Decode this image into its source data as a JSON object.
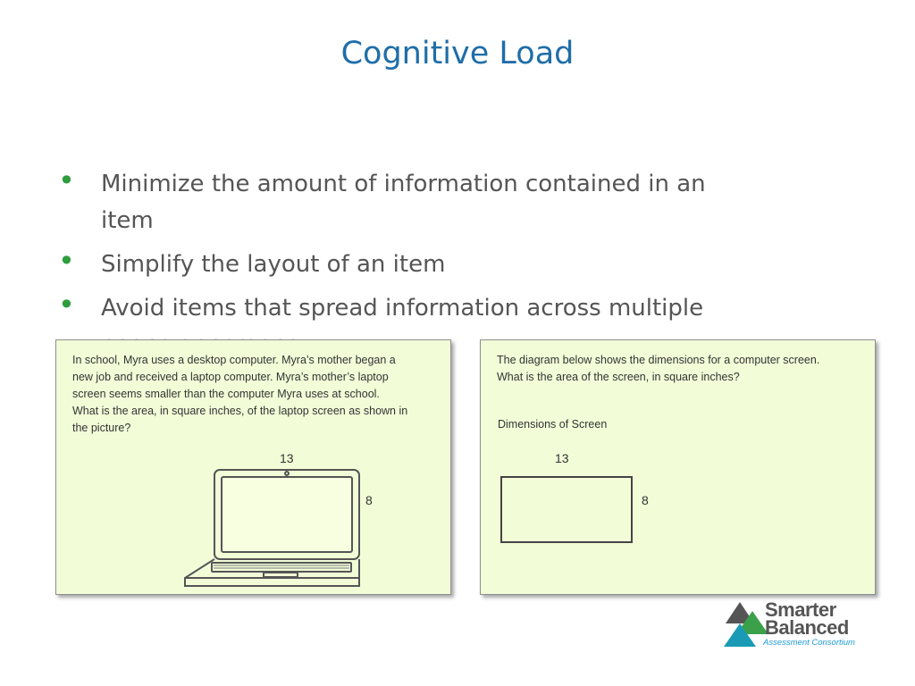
{
  "slide": {
    "title": "Cognitive Load",
    "bullets": [
      "Minimize the amount of information contained in an item",
      "Simplify the layout of an item",
      "Avoid items that spread information across multiple pages or screens"
    ]
  },
  "examples": {
    "left": {
      "paragraph1": "In school, Myra uses a desktop computer. Myra’s mother began a new job and received a laptop computer.  Myra’s mother’s laptop screen seems smaller than the computer Myra uses at school.",
      "paragraph2": "What is the area, in square inches, of the laptop screen as shown in the picture?",
      "width_label": "13",
      "height_label": "8",
      "illustration": "laptop-icon"
    },
    "right": {
      "paragraph1": "The diagram below shows the dimensions for a computer screen. What is the area of the screen, in square inches?",
      "caption": "Dimensions of Screen",
      "width_label": "13",
      "height_label": "8"
    }
  },
  "logo": {
    "line1": "Smarter",
    "line2": "Balanced",
    "line3": "Assessment Consortium",
    "colors": {
      "dark": "#555555",
      "green": "#3aa14a",
      "teal": "#1a9bb5",
      "blue": "#1f9ad6"
    }
  },
  "colors": {
    "title": "#1f6ea8",
    "bullet": "#2e9d3c",
    "card_bg": "#f2fdd8"
  }
}
